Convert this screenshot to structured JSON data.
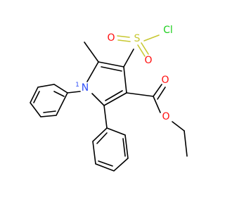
{
  "molecule": {
    "colors": {
      "carbon_bond": "#000000",
      "oxygen": "#ff0d0d",
      "sulfur": "#c8c832",
      "chlorine": "#1fcf1f",
      "nitrogen": "#3050f8"
    },
    "atom_labels": {
      "cl": "Cl",
      "s": "S",
      "o_sulfonyl_left": "O",
      "o_sulfonyl_bottom": "O",
      "o_carbonyl": "O",
      "o_ester": "O",
      "n": "N",
      "n_index": "1"
    }
  }
}
